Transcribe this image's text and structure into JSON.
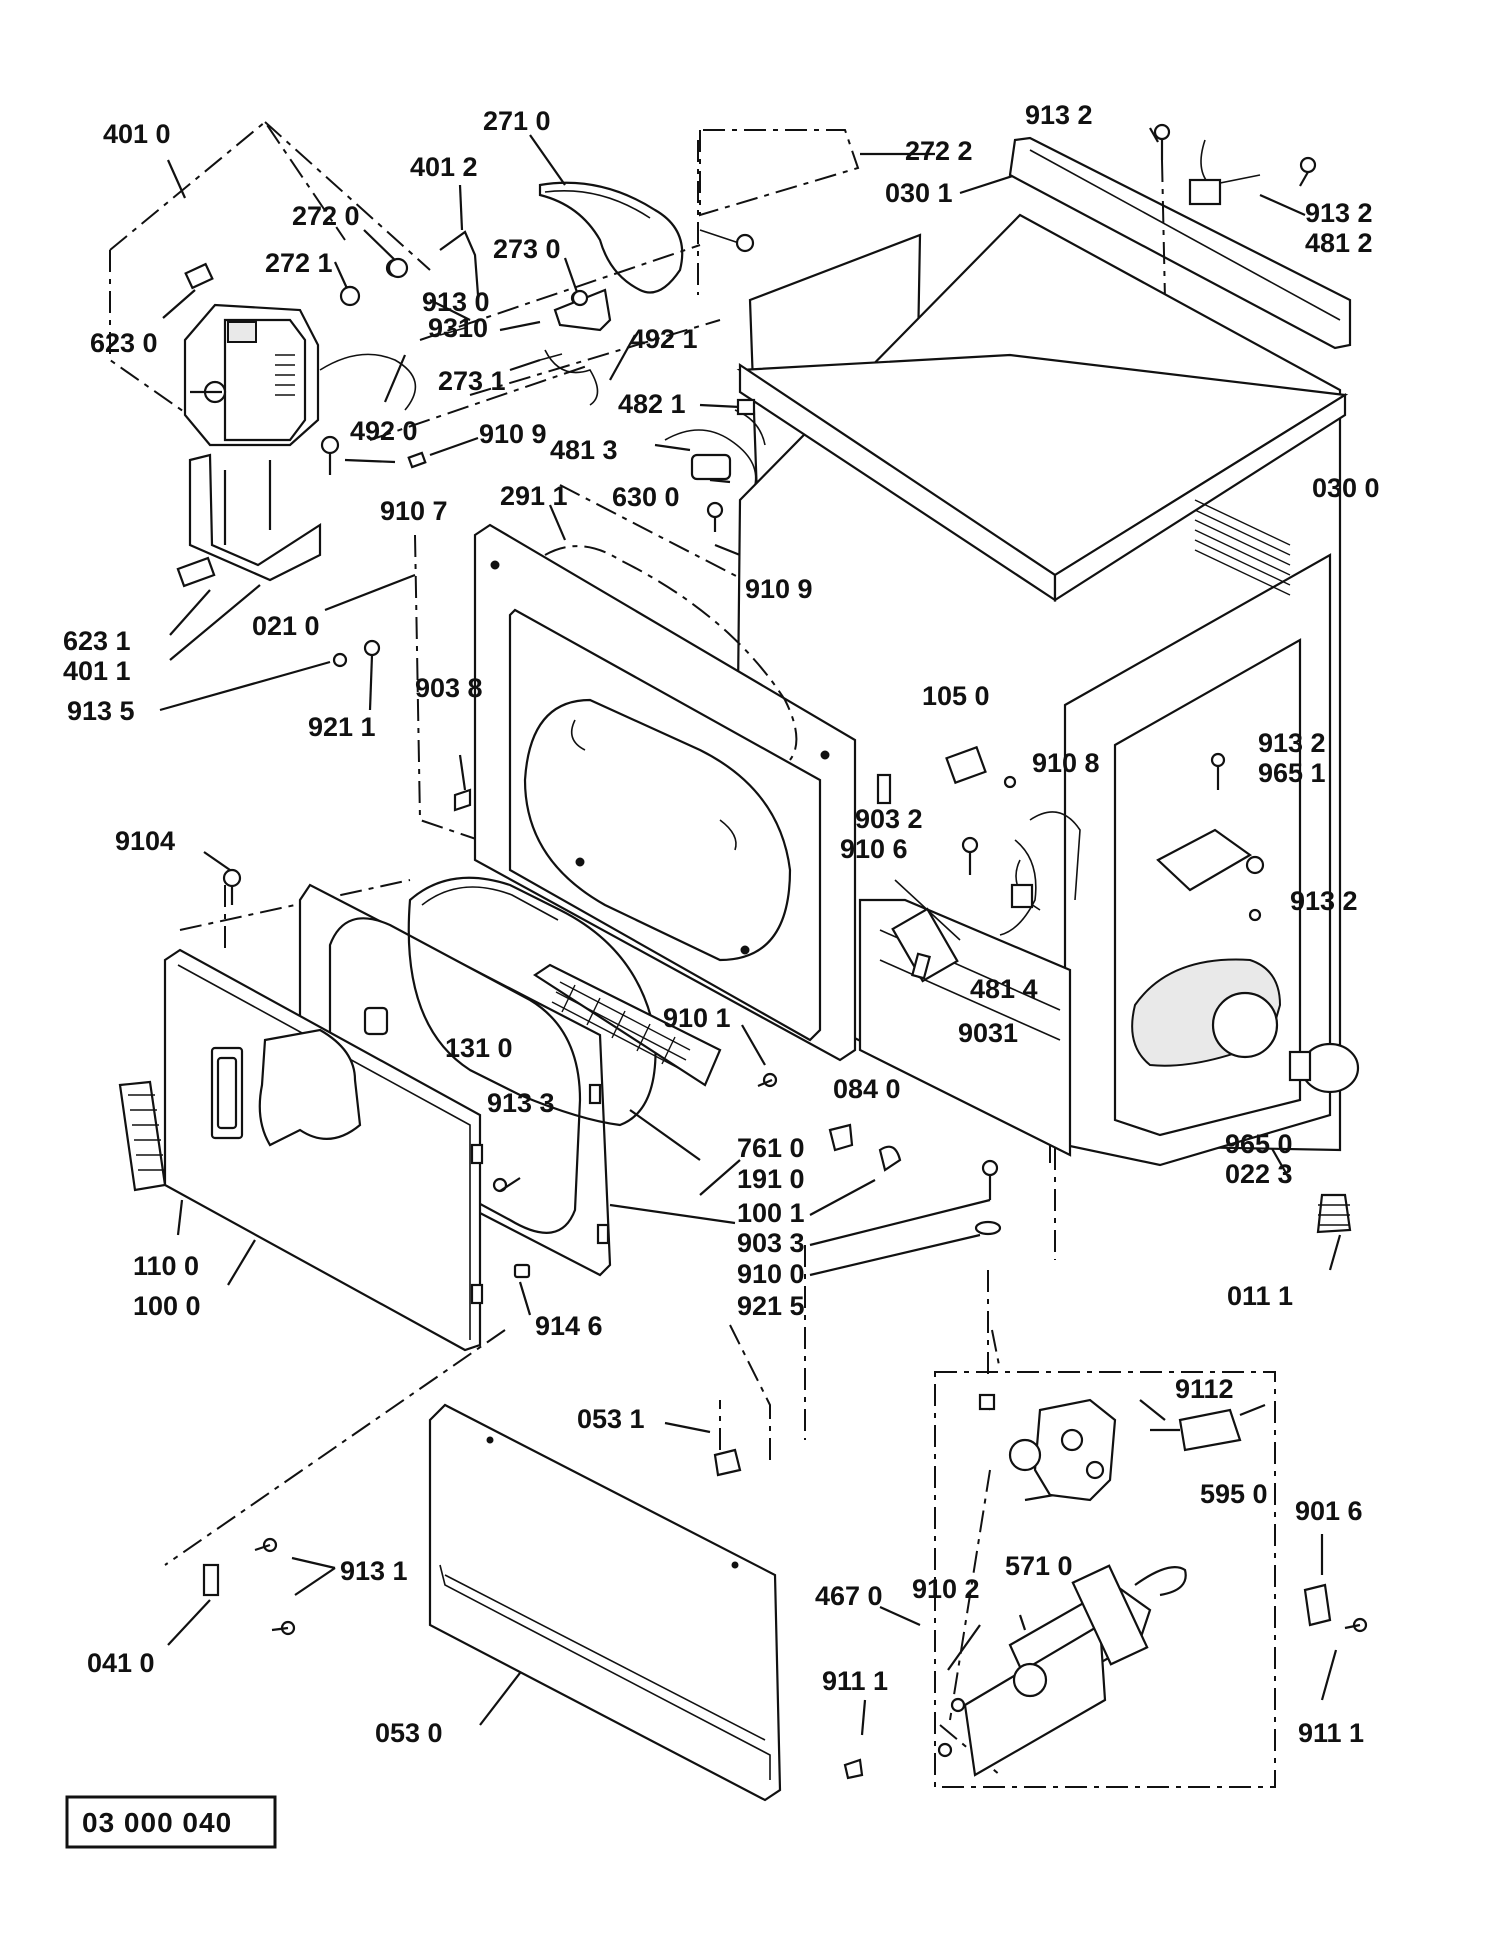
{
  "diagram_code": "03 000 040",
  "part_labels": [
    "401 0",
    "271 0",
    "913 2",
    "401 2",
    "272 2",
    "030 1",
    "272 0",
    "272 1",
    "273 0",
    "913 0",
    "9310",
    "913 2",
    "481 2",
    "623 0",
    "273 1",
    "492 1",
    "482 1",
    "492 0",
    "910 9",
    "481 3",
    "630 0",
    "030 0",
    "910 7",
    "291 1",
    "910 9",
    "021 0",
    "623 1",
    "401 1",
    "913 5",
    "921 1",
    "903 8",
    "105 0",
    "910 8",
    "913 2",
    "965 1",
    "903 2",
    "910 6",
    "9104",
    "913 2",
    "481 4",
    "910 1",
    "131 0",
    "9031",
    "084 0",
    "913 3",
    "761 0",
    "191 0",
    "965 0",
    "022 3",
    "100 1",
    "903 3",
    "110 0",
    "910 0",
    "100 0",
    "921 5",
    "914 6",
    "011 1",
    "053 1",
    "9112",
    "595 0",
    "901 6",
    "913 1",
    "571 0",
    "467 0",
    "910 2",
    "041 0",
    "911 1",
    "053 0",
    "911 1"
  ]
}
